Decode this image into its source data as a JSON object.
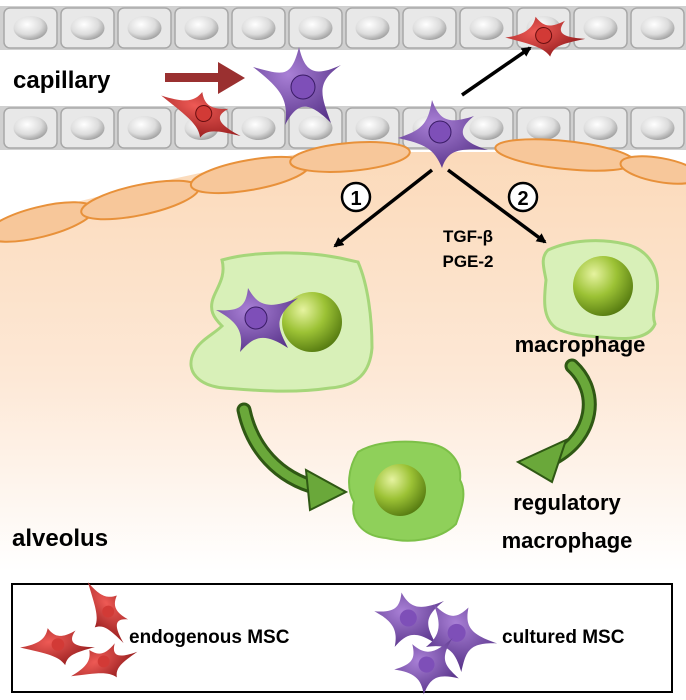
{
  "labels": {
    "capillary": "capillary",
    "alveolus": "alveolus",
    "step1": "1",
    "step2": "2",
    "factor1": "TGF-β",
    "factor2": "PGE-2",
    "macrophage": "macrophage",
    "regulatory_line1": "regulatory",
    "regulatory_line2": "macrophage"
  },
  "legend": {
    "endogenous": "endogenous MSC",
    "cultured": "cultured MSC"
  },
  "colors": {
    "endogenous_msc": "#c0282a",
    "cultured_msc": "#6a3d9a",
    "macrophage_cell": "#d8f0b8",
    "macrophage_nucleus": "#8fb42a",
    "regulatory_cell": "#8fd05a",
    "epithelium": "#f7c79a",
    "arrow_green": "#3a6a18",
    "arrow_brown": "#9a3030"
  }
}
